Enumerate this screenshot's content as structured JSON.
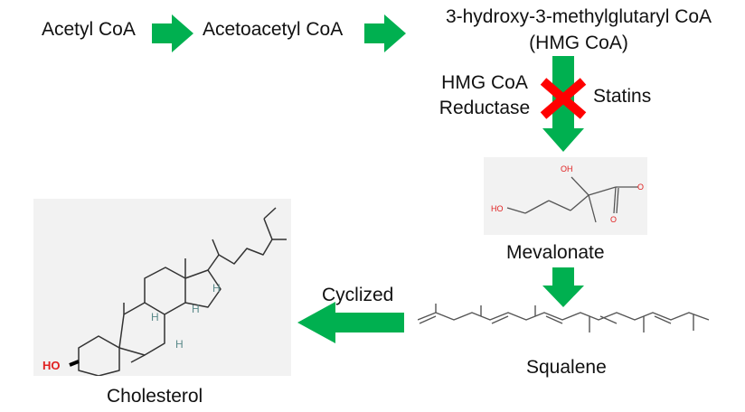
{
  "steps": {
    "acetyl_coa": "Acetyl CoA",
    "acetoacetyl_coa": "Acetoacetyl CoA",
    "hmg_coa_line1": "3-hydroxy-3-methylglutaryl CoA",
    "hmg_coa_line2": "(HMG CoA)",
    "enzyme_line1": "HMG CoA",
    "enzyme_line2": "Reductase",
    "inhibitor": "Statins",
    "mevalonate": "Mevalonate",
    "squalene": "Squalene",
    "cyclized": "Cyclized",
    "cholesterol": "Cholesterol"
  },
  "structure_atoms": {
    "oh": "OH",
    "o": "O",
    "h": "H",
    "ho": "HO"
  },
  "colors": {
    "arrow": "#00b050",
    "inhibit_x": "#ff0000",
    "bond": "#555555",
    "oxygen": "#e02020",
    "hydrogen": "#5a8a8a",
    "structure_bg": "#f2f2f2"
  }
}
